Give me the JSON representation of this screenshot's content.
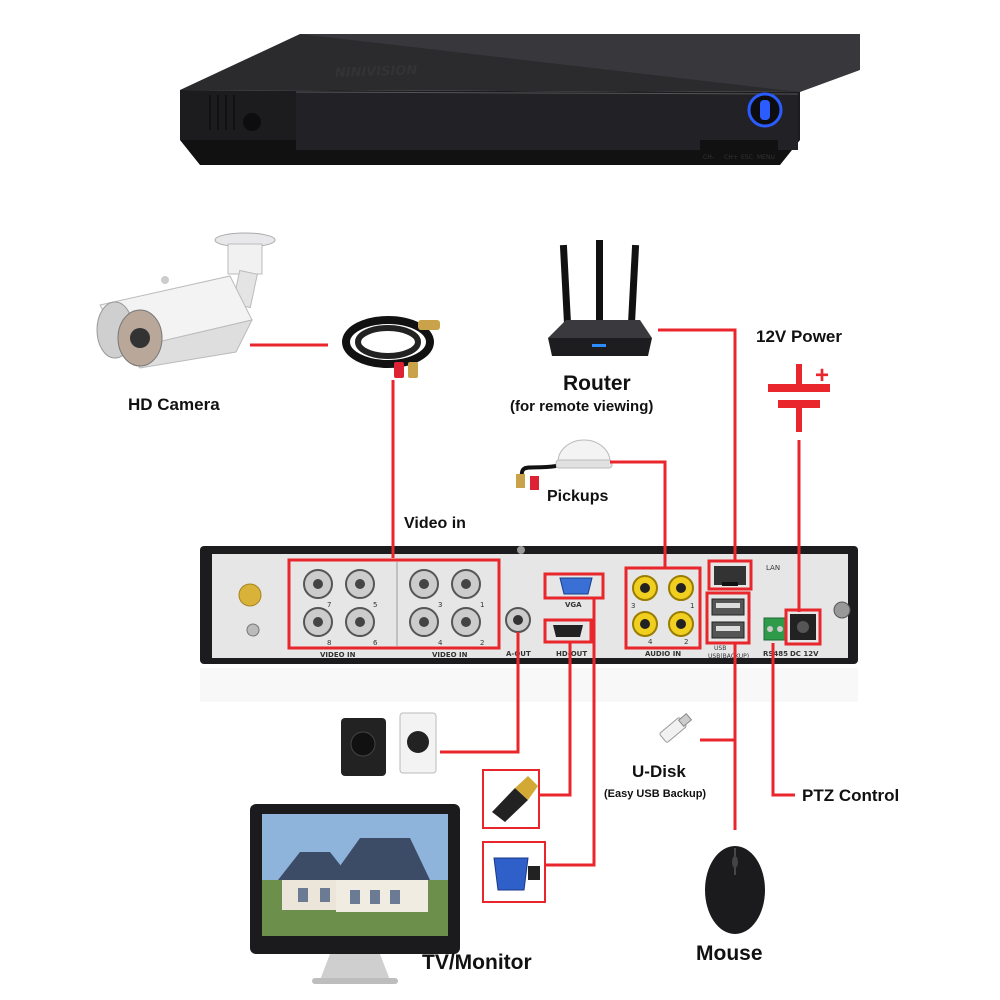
{
  "brand": "NINIVISION",
  "dvr_front_buttons": [
    "CH-",
    "CH+",
    "ESC",
    "MENU"
  ],
  "labels": {
    "hd_camera": "HD Camera",
    "router": "Router",
    "router_sub": "(for remote viewing)",
    "power": "12V Power",
    "power_plus": "+",
    "pickups": "Pickups",
    "video_in": "Video in",
    "udisk": "U-Disk",
    "udisk_sub": "(Easy USB Backup)",
    "ptz": "PTZ Control",
    "tv_monitor": "TV/Monitor",
    "mouse": "Mouse"
  },
  "panel": {
    "video_in_1": "VIDEO IN",
    "video_in_2": "VIDEO IN",
    "channels_left": [
      "7",
      "5",
      "8",
      "6"
    ],
    "channels_right": [
      "3",
      "1",
      "4",
      "2"
    ],
    "audio_channels": [
      "3",
      "1",
      "4",
      "2"
    ],
    "aout": "A-OUT",
    "vga": "VGA",
    "hdout": "HD-OUT",
    "audio_in": "AUDIO IN",
    "lan": "LAN",
    "usb": "USB",
    "usb_backup": "USB(BACKUP)",
    "rs485": "RS485",
    "dc12v": "DC 12V"
  },
  "colors": {
    "connector": "#e8262b",
    "device": "#1c1c1e",
    "panel": "#e6e6e6"
  }
}
